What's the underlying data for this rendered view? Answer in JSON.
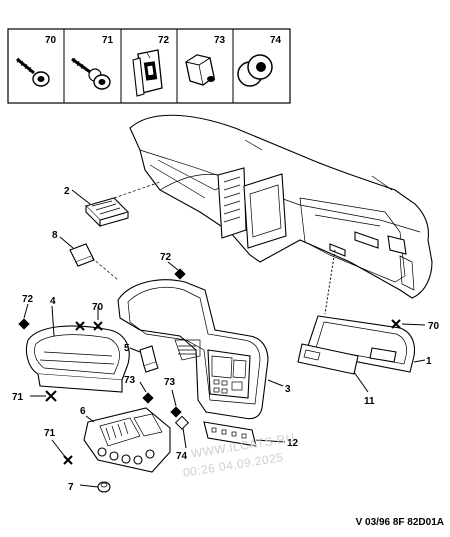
{
  "legend": {
    "items": [
      {
        "number": "70",
        "icon": "screw-icon"
      },
      {
        "number": "71",
        "icon": "screw-with-washer-icon"
      },
      {
        "number": "72",
        "icon": "clip-nut-icon"
      },
      {
        "number": "73",
        "icon": "hex-spacer-icon"
      },
      {
        "number": "74",
        "icon": "grommet-icon"
      }
    ]
  },
  "callouts": {
    "c1": "1",
    "c2": "2",
    "c3": "3",
    "c4": "4",
    "c5": "5",
    "c6": "6",
    "c7": "7",
    "c8": "8",
    "c11": "11",
    "c12": "12",
    "c70a": "70",
    "c70b": "70",
    "c71a": "71",
    "c71b": "71",
    "c72a": "72",
    "c72b": "72",
    "c73a": "73",
    "c73b": "73",
    "c74": "74"
  },
  "watermark": {
    "line1": "WWW.ILCATS.RU",
    "line2": "00:26 04.09.2025"
  },
  "footer": {
    "code": "V 03/96 8F 82D01A"
  }
}
